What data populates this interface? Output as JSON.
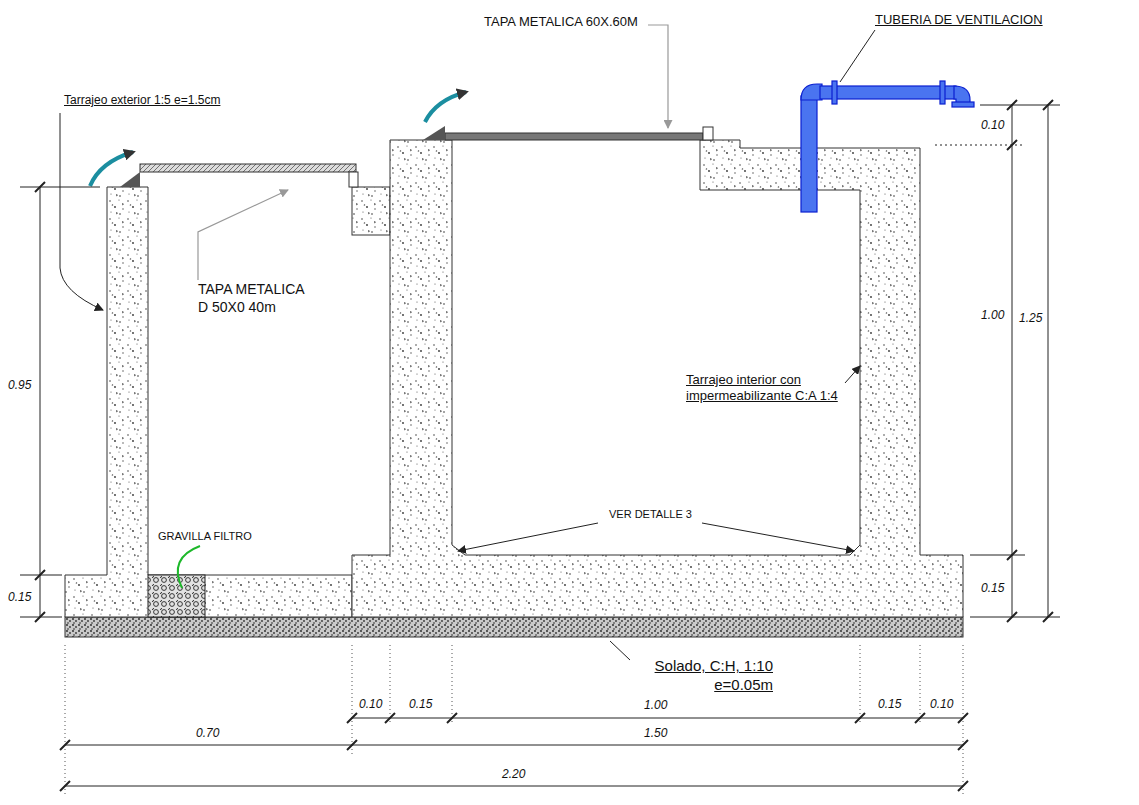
{
  "diagram": {
    "labels": [
      "TAPA METALICA 60X.60M",
      "TUBERIA DE VENTILACION",
      "Tarrajeo exterior 1:5 e=1.5cm",
      "TAPA METALICA D 50X0 40m",
      "0.10",
      "1.00",
      "1.25",
      "0.95",
      "Tarrajeo interior con impermeabilizante C:A 1:4",
      "VER DETALLE 3",
      "GRAVILLA FILTRO",
      "0.15",
      "0.15",
      "Solado, C:H, 1:10 e=0.05m",
      "0.10",
      "0.15",
      "1.00",
      "0.15",
      "0.10",
      "0.70",
      "1.50",
      "2.20"
    ]
  }
}
